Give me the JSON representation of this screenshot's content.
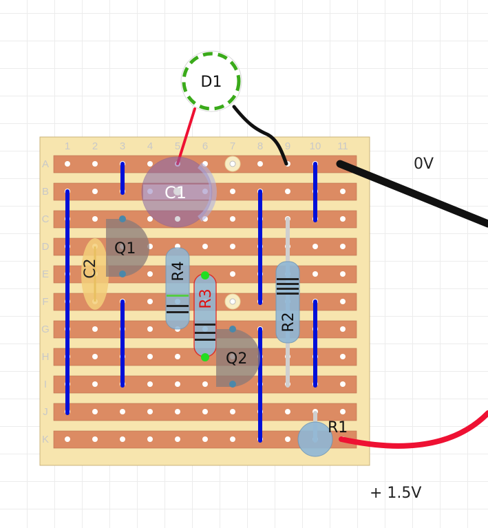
{
  "board": {
    "columns": [
      "1",
      "2",
      "3",
      "4",
      "5",
      "6",
      "7",
      "8",
      "9",
      "10",
      "11"
    ],
    "rows": [
      "A",
      "B",
      "C",
      "D",
      "E",
      "F",
      "G",
      "H",
      "I",
      "J",
      "K"
    ]
  },
  "components": {
    "D1": "D1",
    "C1": "C1",
    "C2": "C2",
    "Q1": "Q1",
    "Q2": "Q2",
    "R1": "R1",
    "R2": "R2",
    "R3": "R3",
    "R4": "R4"
  },
  "supply": {
    "ground": "0V",
    "positive": "+ 1.5V"
  },
  "colors": {
    "board": "#f7e5ae",
    "strip": "#dc8b63",
    "jumper": "#0010d8",
    "ground_wire": "#111111",
    "positive_wire": "#ee1133",
    "led_outline": "#3aaa1a",
    "r3_label": "#dd1111",
    "ghost_part": "#8fb7d6",
    "capacitor_c1": "#8866aa",
    "capacitor_c2": "#f3cf7a"
  }
}
